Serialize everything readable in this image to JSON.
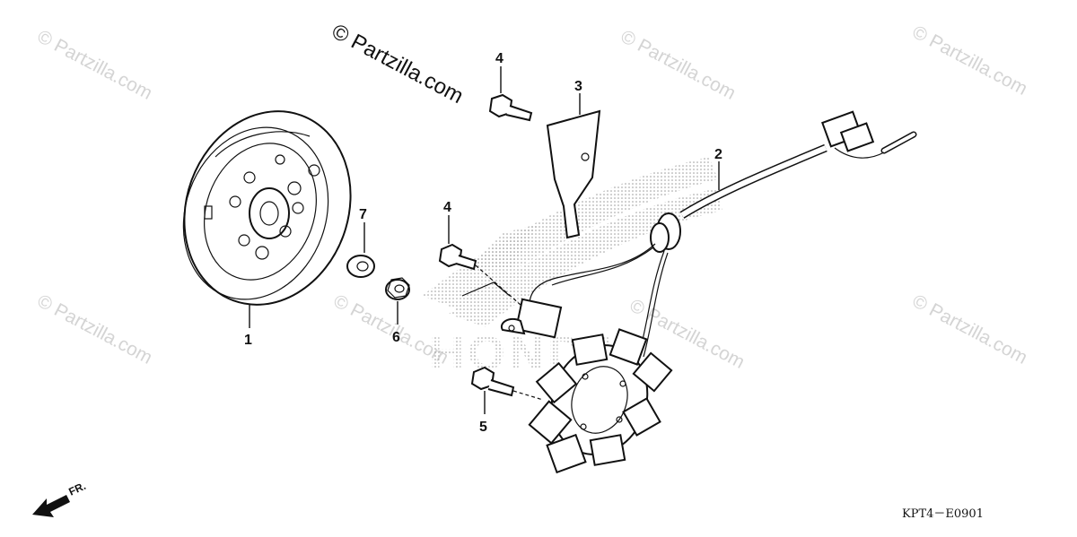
{
  "watermarks": [
    "© Partzilla.com",
    "© Partzilla.com",
    "© Partzilla.com",
    "© Partzilla.com",
    "© Partzilla.com",
    "© Partzilla.com",
    "© Partzilla.com"
  ],
  "main_watermark": "© Partzilla.com",
  "background_logo": "HONDA",
  "callouts": [
    "1",
    "2",
    "3",
    "4",
    "4",
    "5",
    "6",
    "7"
  ],
  "front_indicator": "FR.",
  "diagram_code": "KPT4－E0901"
}
